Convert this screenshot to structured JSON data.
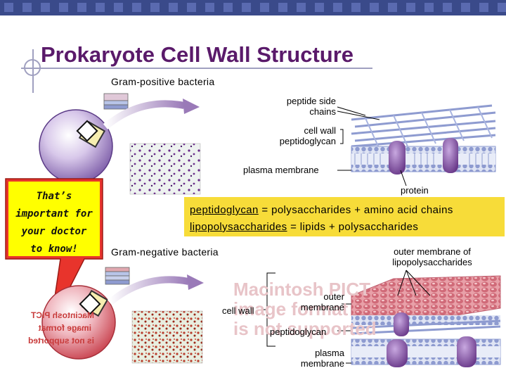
{
  "slide": {
    "title": "Prokaryote Cell Wall Structure"
  },
  "callout": {
    "lines": [
      "That’s",
      "important for",
      "your doctor",
      "to know!"
    ]
  },
  "gram_positive": {
    "heading": "Gram-positive bacteria",
    "labels": {
      "peptide_side_chains": [
        "peptide side",
        "chains"
      ],
      "cell_wall_peptidoglycan": [
        "cell wall",
        "peptidoglycan"
      ],
      "plasma_membrane": "plasma membrane",
      "protein": "protein"
    }
  },
  "definitions": {
    "line1_term": "peptidoglycan",
    "line1_rest": " = polysaccharides + amino acid chains",
    "line2_term": "lipopolysaccharides",
    "line2_rest": " = lipids + polysaccharides"
  },
  "gram_negative": {
    "heading": "Gram-negative bacteria",
    "labels": {
      "outer_membrane_lps": [
        "outer membrane of",
        "lipopolysaccharides"
      ],
      "outer_membrane": [
        "outer",
        "membrane"
      ],
      "cell_wall": "cell wall",
      "peptidoglycan": "peptidoglycan",
      "plasma_membrane": [
        "plasma",
        "membrane"
      ]
    }
  },
  "placeholder_text": {
    "lines": [
      "Macintosh PICT",
      "image format",
      "is not supported"
    ]
  },
  "colors": {
    "title": "#5a1a6a",
    "topbar": "#3a4a8a",
    "definition_box": "#f7dc39",
    "membrane_protein": "#8a5aa8",
    "lps_layer": "#d9808a",
    "scaffold": "#8e9bd0"
  }
}
